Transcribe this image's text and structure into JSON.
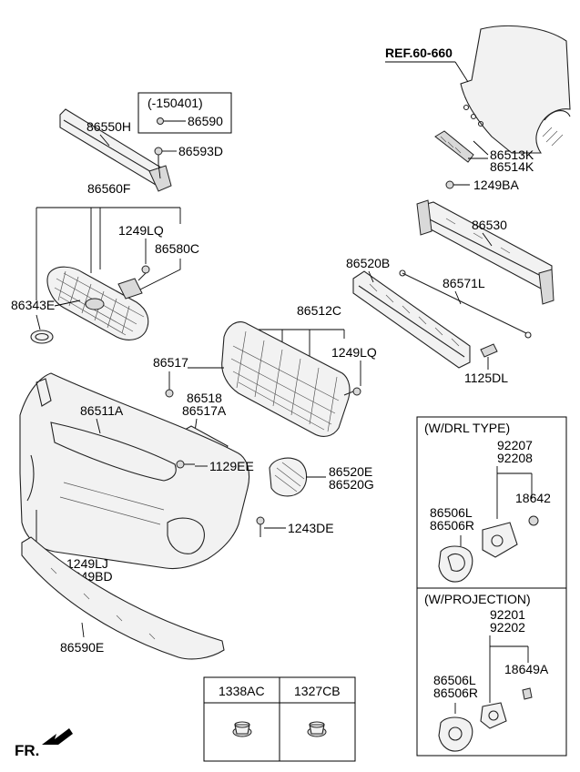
{
  "labels": {
    "ref": "REF.60-660",
    "p150401": "(-150401)",
    "p86550H": "86550H",
    "p86590": "86590",
    "p86593D": "86593D",
    "p86560F": "86560F",
    "p1249LQ_a": "1249LQ",
    "p86580C": "86580C",
    "p86343E": "86343E",
    "p86513K": "86513K",
    "p86514K": "86514K",
    "p1249BA": "1249BA",
    "p86530": "86530",
    "p86520B": "86520B",
    "p86571L": "86571L",
    "p86512C": "86512C",
    "p1249LQ_b": "1249LQ",
    "p1125DL": "1125DL",
    "p86517": "86517",
    "p86518": "86518",
    "p86517A": "86517A",
    "p86511A": "86511A",
    "p1129EE": "1129EE",
    "p86520E": "86520E",
    "p86520G": "86520G",
    "p1243DE": "1243DE",
    "p1249LJ": "1249LJ",
    "p1249BD": "1249BD",
    "p86590E": "86590E",
    "fr": "FR."
  },
  "drl_box": {
    "title": "(W/DRL TYPE)",
    "p92207": "92207",
    "p92208": "92208",
    "p18642": "18642",
    "p86506L": "86506L",
    "p86506R": "86506R"
  },
  "proj_box": {
    "title": "(W/PROJECTION)",
    "p92201": "92201",
    "p92202": "92202",
    "p18649A": "18649A",
    "p86506L": "86506L",
    "p86506R": "86506R"
  },
  "fastener_table": {
    "col1": "1338AC",
    "col2": "1327CB"
  }
}
